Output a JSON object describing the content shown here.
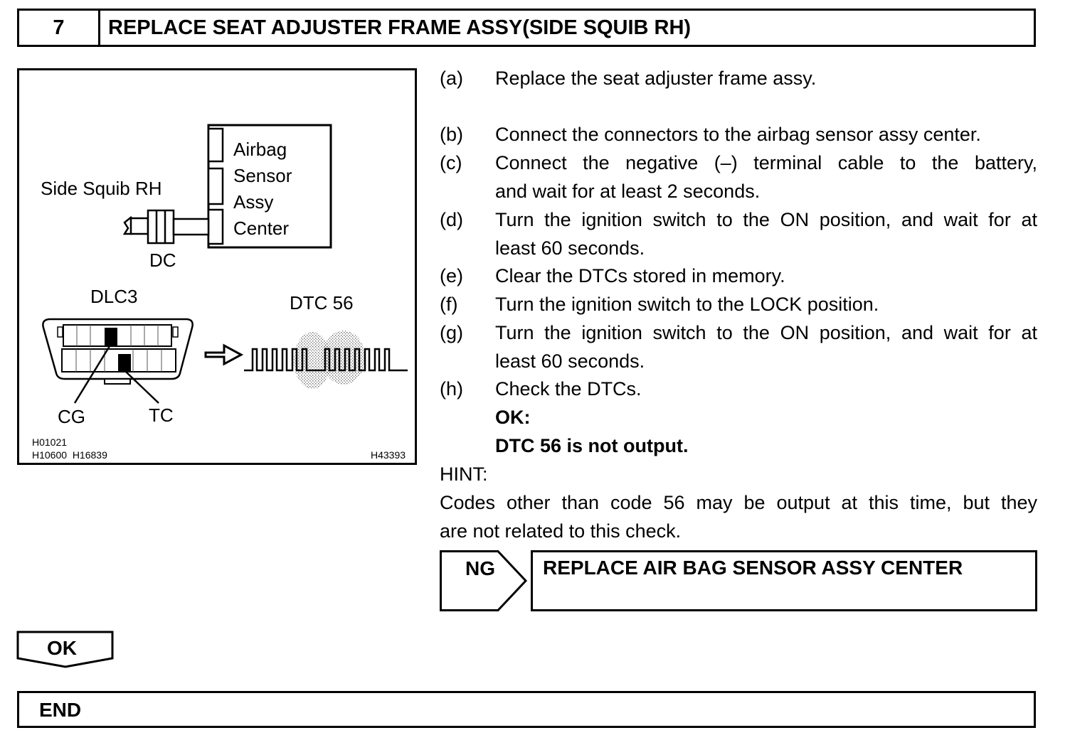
{
  "header": {
    "step_number": "7",
    "title": "REPLACE SEAT ADJUSTER FRAME ASSY(SIDE SQUIB RH)"
  },
  "figure": {
    "side_squib_label": "Side Squib RH",
    "sensor_label_lines": [
      "Airbag",
      "Sensor",
      "Assy",
      "Center"
    ],
    "connector_label": "DC",
    "dlc_label": "DLC3",
    "dtc_label": "DTC 56",
    "cg_label": "CG",
    "tc_label": "TC",
    "ref_line1": "H01021",
    "ref_line2": "H10600  H16839",
    "ref_code": "H43393"
  },
  "steps": [
    {
      "label": "(a)",
      "text": "Replace the seat adjuster frame assy."
    },
    {
      "label": "(b)",
      "text": "Connect the connectors to the airbag sensor assy center."
    },
    {
      "label": "(c)",
      "text": "Connect the negative (–) terminal cable to the battery,",
      "text2": "and wait for at least 2 seconds."
    },
    {
      "label": "(d)",
      "text": "Turn the ignition switch to the ON position, and wait for at",
      "text2": "least 60 seconds."
    },
    {
      "label": "(e)",
      "text": "Clear the DTCs stored in memory."
    },
    {
      "label": "(f)",
      "text": "Turn the ignition switch to the LOCK position."
    },
    {
      "label": "(g)",
      "text": "Turn the ignition switch to the ON position, and wait for at",
      "text2": "least 60 seconds."
    },
    {
      "label": "(h)",
      "text": "Check the DTCs."
    }
  ],
  "ok_condition": {
    "label": "OK:",
    "text": "DTC 56 is not output."
  },
  "hint": {
    "label": "HINT:",
    "line1": "Codes other than code 56 may be output at this time, but they",
    "line2": "are not related to this check."
  },
  "ng": {
    "label": "NG",
    "action": "REPLACE AIR BAG SENSOR ASSY CENTER"
  },
  "ok": {
    "label": "OK"
  },
  "end": {
    "label": "END"
  }
}
